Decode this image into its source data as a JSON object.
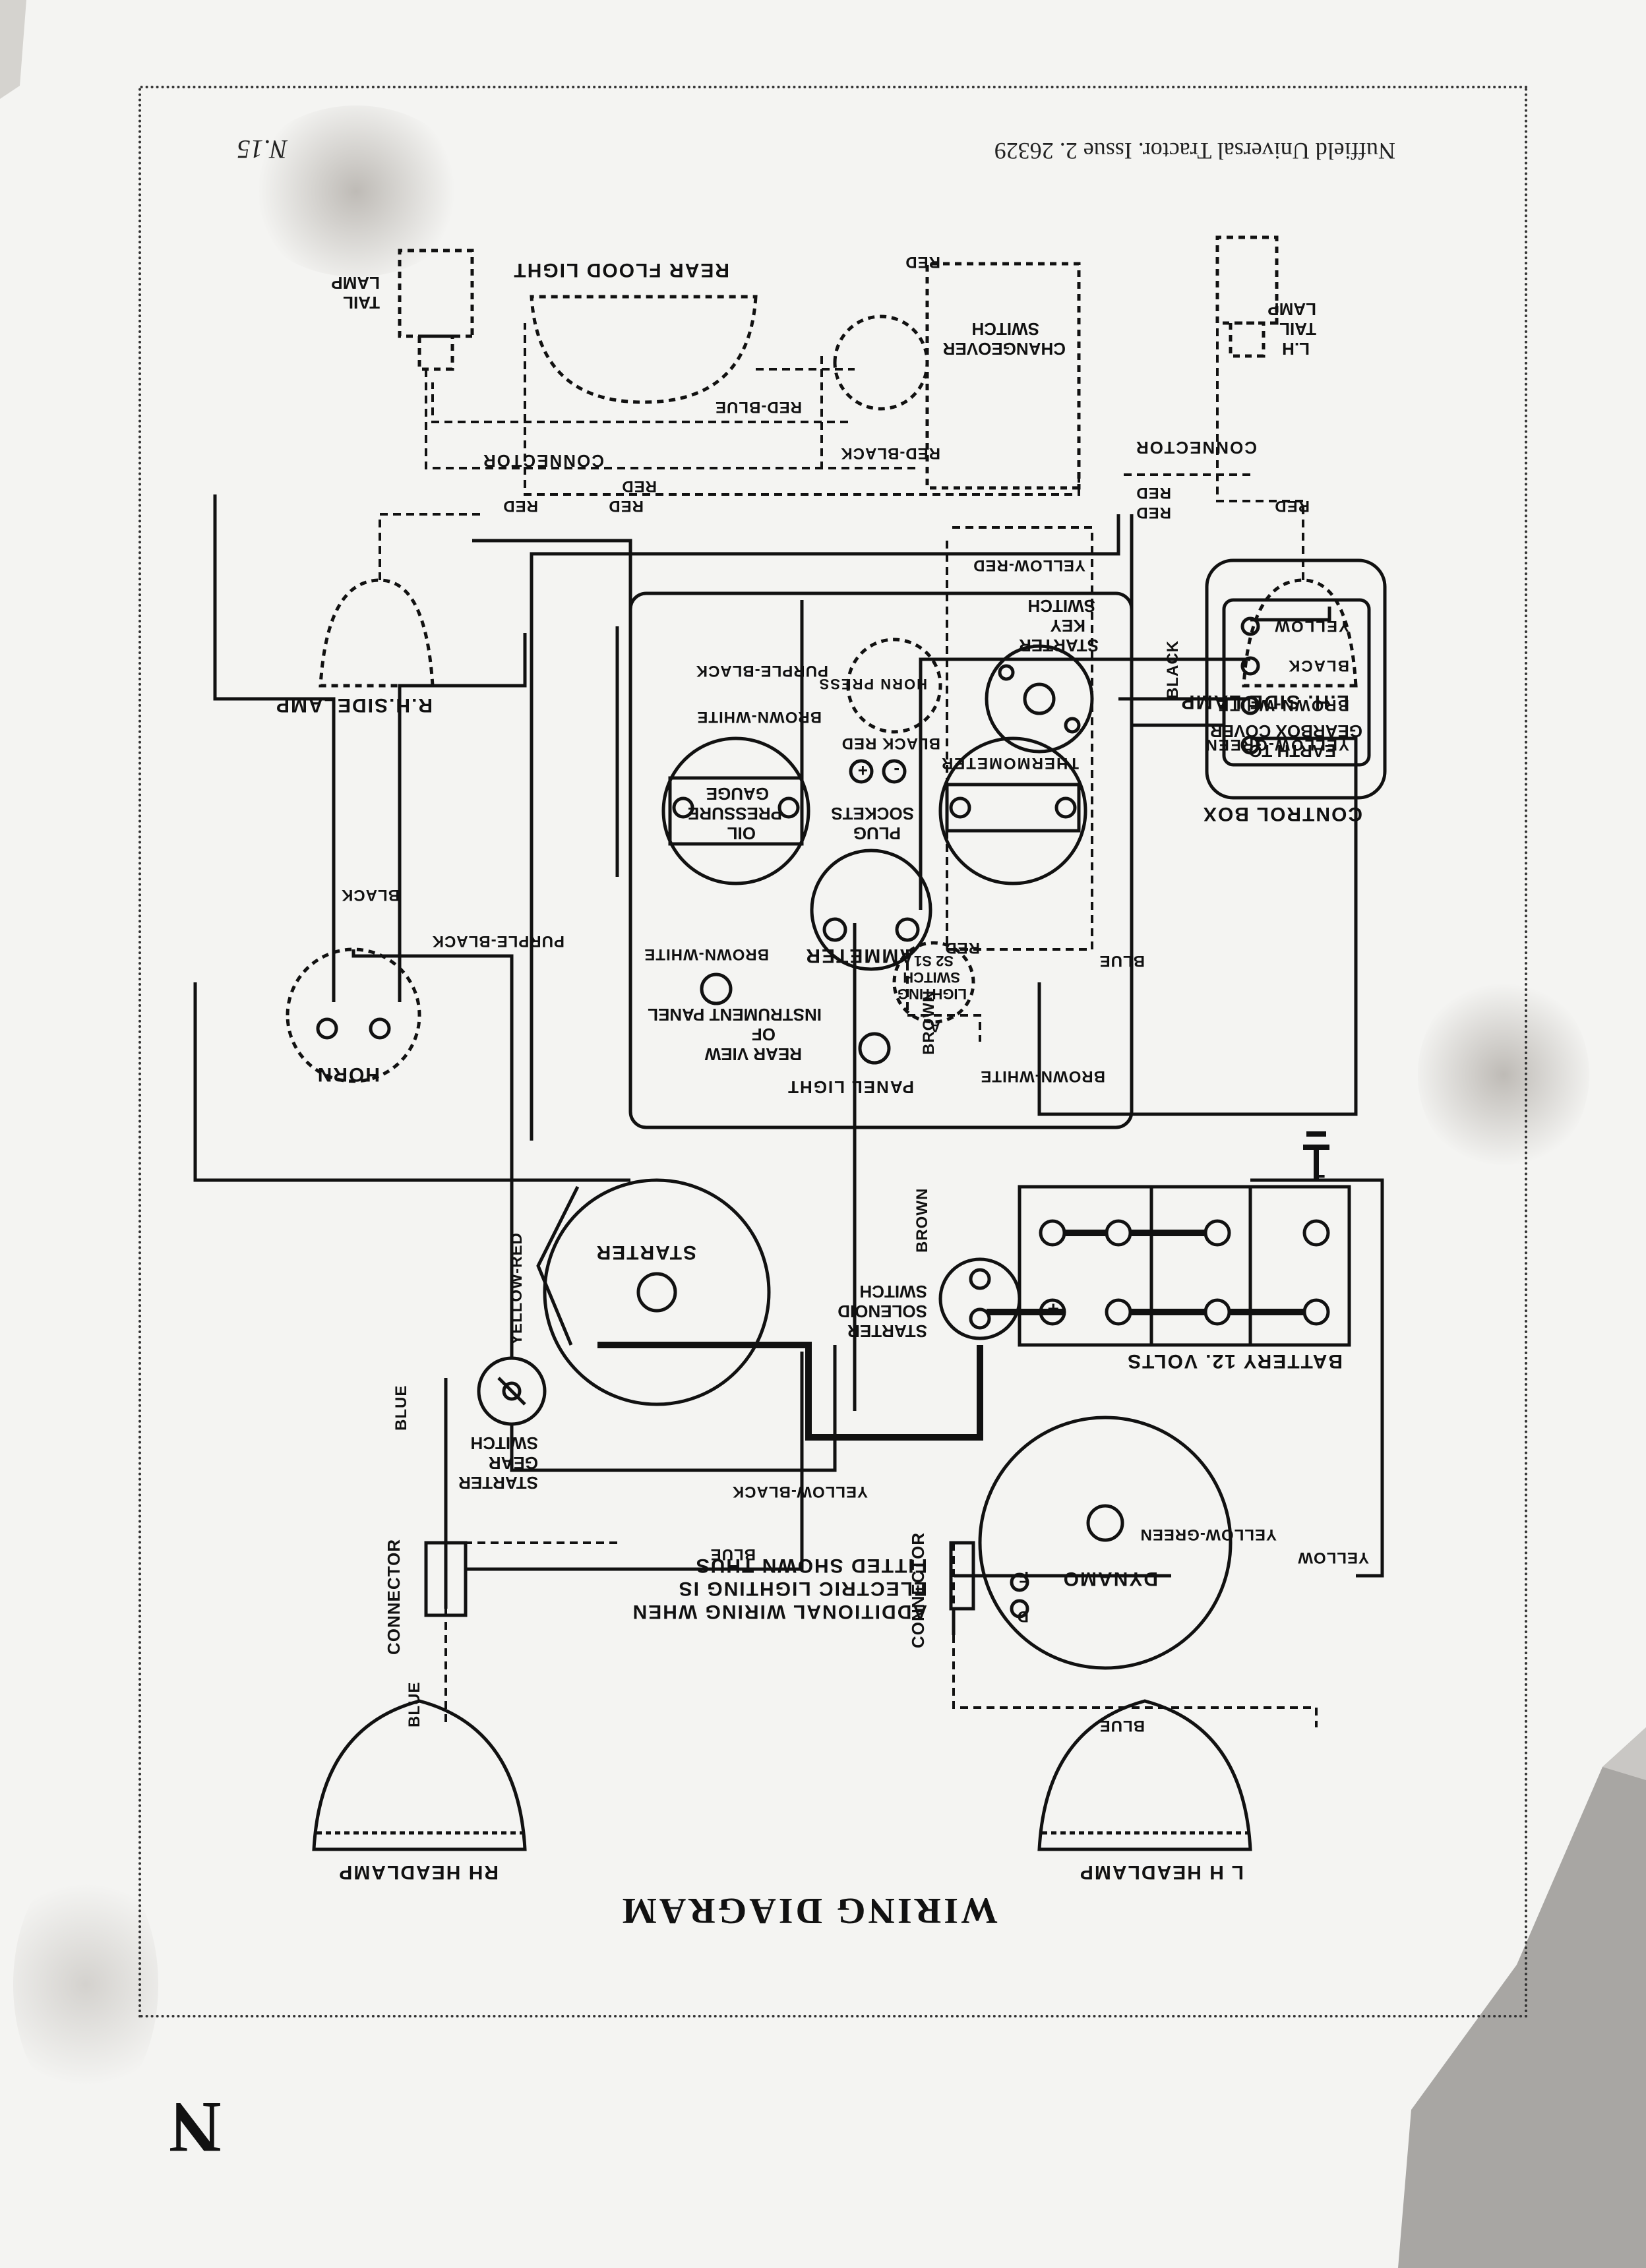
{
  "header": {
    "title": "Nuffield Universal Tractor. Issue 2. 26329",
    "page_number": "N.15"
  },
  "footer": {
    "diagram_title": "WIRING DIAGRAM",
    "section_letter": "N"
  },
  "note": {
    "line1": "ADDITIONAL WIRING WHEN",
    "line2": "ELECTRIC LIGHTING IS",
    "line3": "FITTED SHOWN THUS"
  },
  "components": {
    "rh_tail_lamp": [
      "TAIL",
      "LAMP"
    ],
    "rear_flood_light": "REAR FLOOD LIGHT",
    "changeover_switch": [
      "CHANGEOVER",
      "SWITCH"
    ],
    "lh_tail_lamp": [
      "L.H",
      "TAIL",
      "LAMP"
    ],
    "connector_top_left": "CONNECTOR",
    "connector_top_right": "CONNECTOR",
    "rh_sidelamp": "R.H.SIDELAMP",
    "lh_sidelamp": "L.H. SIDE LAMP",
    "starter_key_switch": [
      "STARTER",
      "KEY",
      "SWITCH"
    ],
    "horn_press": "HORN PRESS",
    "earth_to_gearbox": [
      "EARTH TO",
      "GEARBOX COVER"
    ],
    "oil_pressure_gauge": [
      "OIL",
      "PRESSURE",
      "GAUGE"
    ],
    "plug_sockets": [
      "PLUG",
      "SOCKETS"
    ],
    "thermometer": "THERMOMETER",
    "ammeter": "AMMETER",
    "lighting_switch": [
      "LIGHTING",
      "SWITCH",
      "S2 S1",
      "A"
    ],
    "instrument_panel": [
      "REAR VIEW",
      "OF",
      "INSTRUMENT PANEL"
    ],
    "panel_light": "PANEL LIGHT",
    "horn": "HORN",
    "control_box": "CONTROL BOX",
    "control_box_terminals": [
      "YELLOW-GREEN",
      "BROWN-WHITE",
      "BLACK",
      "YELLOW"
    ],
    "starter": "STARTER",
    "starter_solenoid_switch": [
      "STARTER",
      "SOLENOID",
      "SWITCH"
    ],
    "battery": "BATTERY 12. VOLTS",
    "starter_gear_switch": [
      "STARTER",
      "GEAR",
      "SWITCH"
    ],
    "dynamo": "DYNAMO",
    "dynamo_terminals": [
      "F",
      "D"
    ],
    "connector_bottom_left": "CONNECTOR",
    "connector_bottom_mid": "CONNECTOR",
    "rh_headlamp": "RH HEADLAMP",
    "lh_headlamp": "L H HEADLAMP"
  },
  "wire_labels": {
    "red_top_changeover": "RED",
    "red_blue": "RED-BLUE",
    "red_black": "RED-BLACK",
    "red_conn_left_a": "RED",
    "red_conn_left_b": "RED",
    "red_conn_left_c": "RED",
    "red_conn_right_a": "RED",
    "red_conn_right_b": "RED",
    "red_conn_right_c": "RED",
    "yellow_red_top": "YELLOW-RED",
    "purple_black_top": "PURPLE-BLACK",
    "brown_white_top": "BROWN-WHITE",
    "black_earth": "BLACK",
    "black_red": "BLACK RED",
    "black_left": "BLACK",
    "purple_black_left": "PURPLE-BLACK",
    "brown_white_panel": "BROWN-WHITE",
    "red_lighting": "RED",
    "blue_lighting": "BLUE",
    "brown_vertical_a": "BROWN",
    "brown_white_bottom": "BROWN-WHITE",
    "brown_vertical_b": "BROWN",
    "yellow_red_vertical": "YELLOW-RED",
    "blue_vertical_left": "BLUE",
    "yellow_black": "YELLOW-BLACK",
    "blue_mid": "BLUE",
    "yellow_green_bottom": "YELLOW-GREEN",
    "yellow_bottom": "YELLOW",
    "blue_headlamp_left": "BLUE",
    "blue_headlamp_right": "BLUE"
  },
  "battery_terminals": [
    "+",
    "-"
  ],
  "plug_terminals": [
    "+",
    "-"
  ]
}
